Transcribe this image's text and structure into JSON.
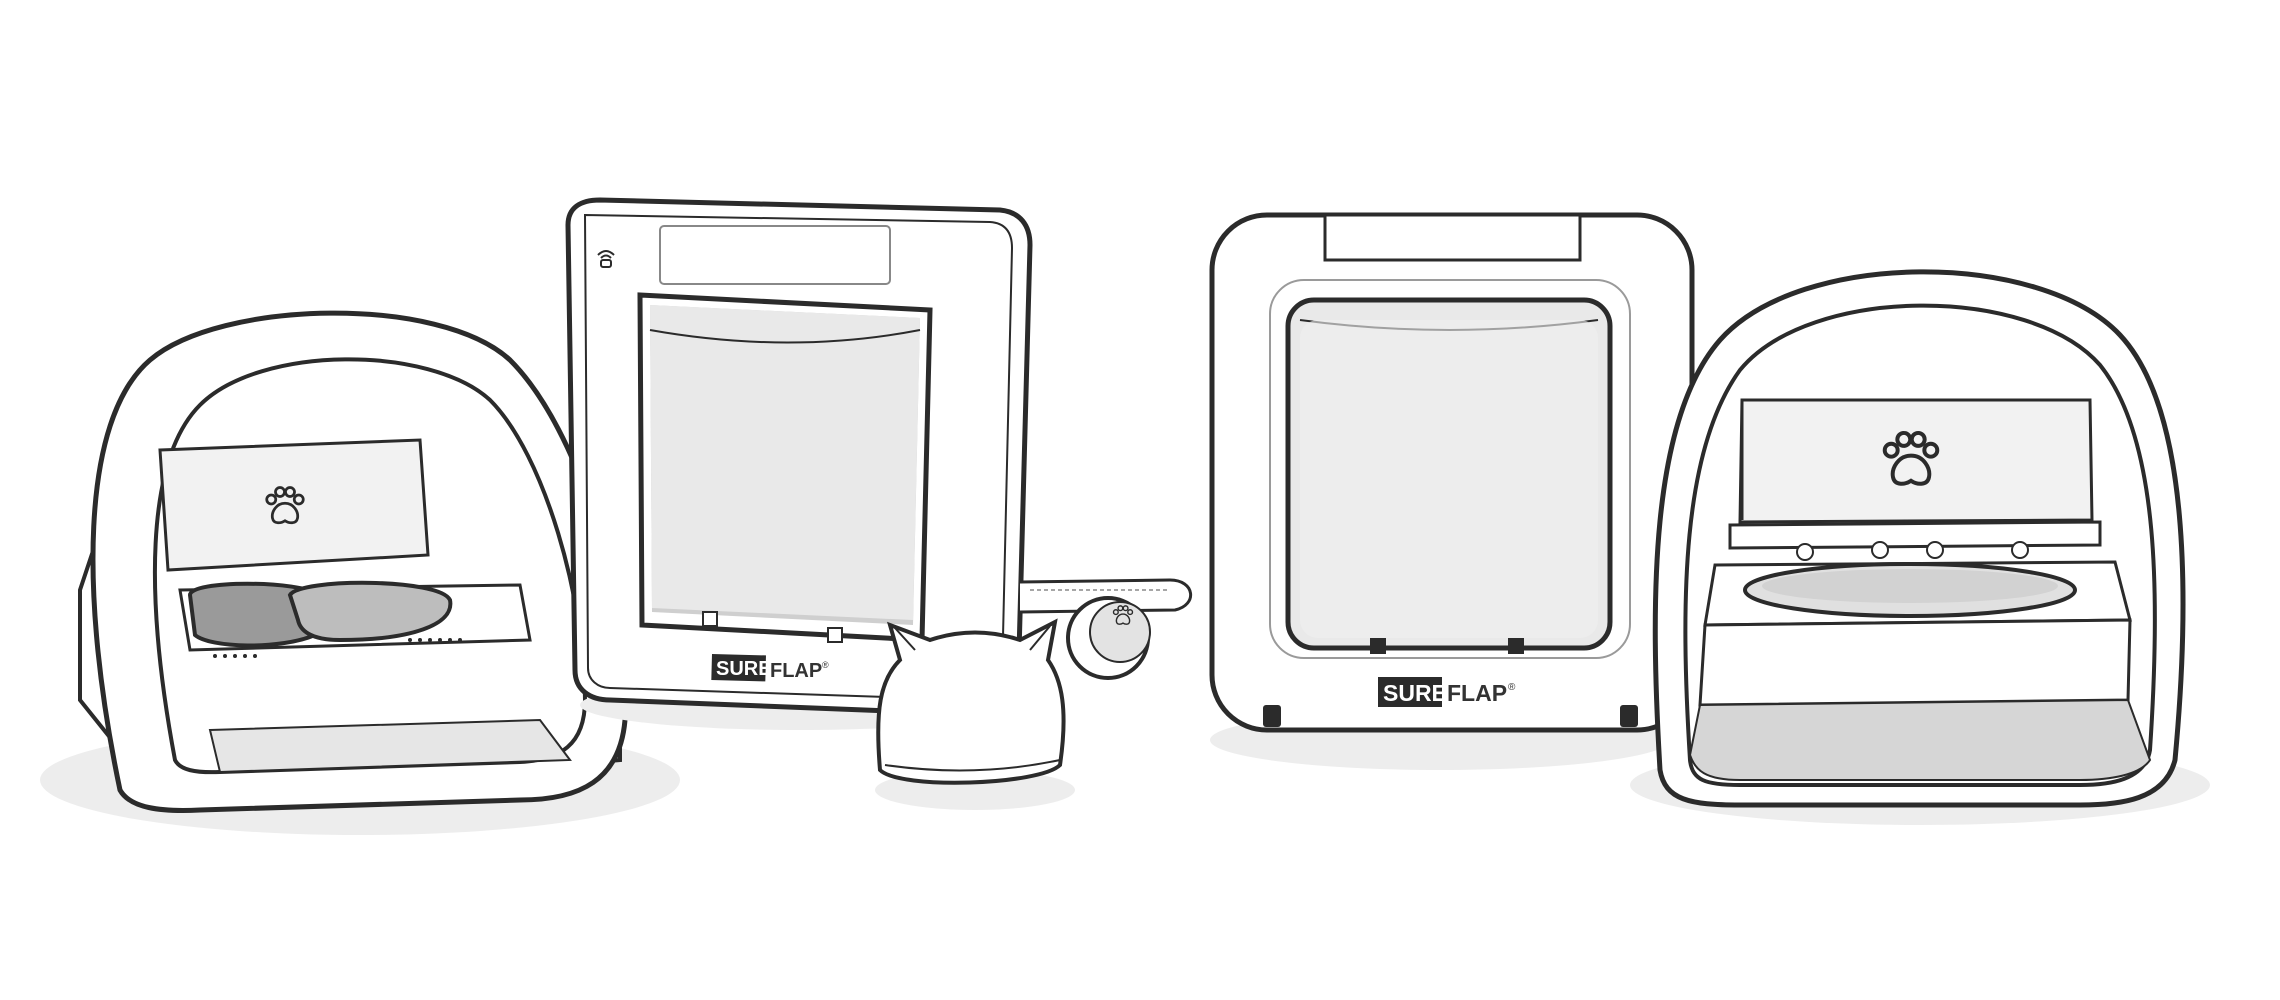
{
  "products": [
    {
      "id": "feeder-left",
      "kind": "dual-bowl-feeder"
    },
    {
      "id": "pet-door-left",
      "kind": "pet-door",
      "brand": {
        "part1": "SURE",
        "part2": "FLAP",
        "mark": "®"
      }
    },
    {
      "id": "hub",
      "kind": "connect-hub"
    },
    {
      "id": "collar",
      "kind": "collar-tag"
    },
    {
      "id": "pet-door-right",
      "kind": "pet-door",
      "brand": {
        "part1": "SURE",
        "part2": "FLAP",
        "mark": "®"
      }
    },
    {
      "id": "feeder-right",
      "kind": "single-bowl-feeder"
    }
  ],
  "colors": {
    "outline": "#2b2b2b",
    "fill": "#ffffff",
    "window": "#e9e9e9",
    "window_dark": "#cfcfcf",
    "shadow": "#ececec",
    "brand_box": "#2b2b2b"
  },
  "icons": [
    "paw-icon",
    "wifi-icon"
  ]
}
